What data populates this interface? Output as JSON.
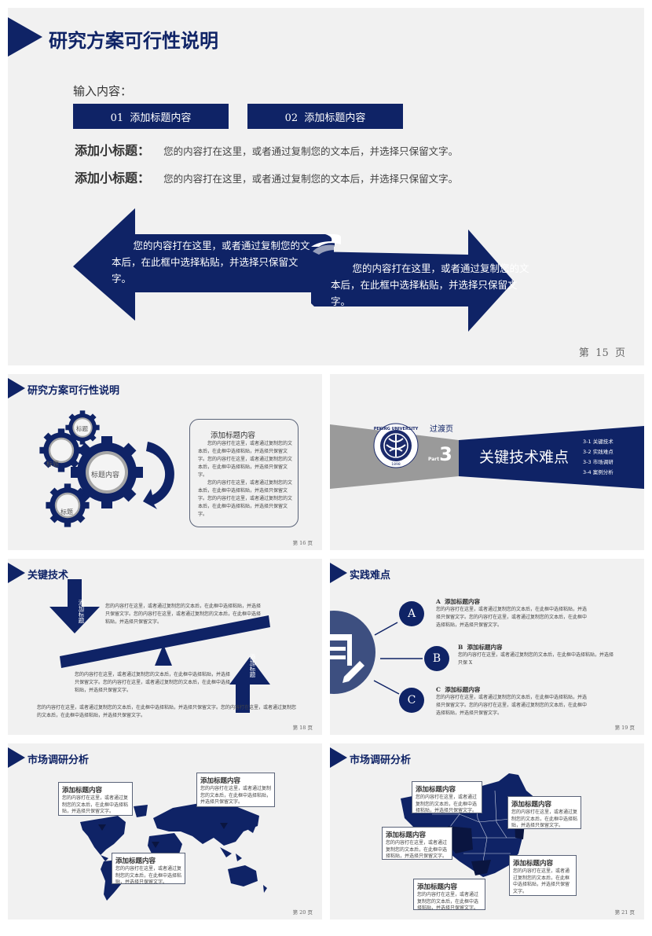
{
  "slide15": {
    "title": "研究方案可行性说明",
    "input_label": "输入内容：",
    "tabs": [
      {
        "label": "01  添加标题内容"
      },
      {
        "label": "02  添加标题内容"
      }
    ],
    "rows": [
      {
        "label": "添加小标题：",
        "text": "您的内容打在这里，或者通过复制您的文本后，并选择只保留文字。"
      },
      {
        "label": "添加小标题：",
        "text": "您的内容打在这里，或者通过复制您的文本后，并选择只保留文字。"
      }
    ],
    "arrow_left_text": "您的内容打在这里，或者通过复制您的文本后，在此框中选择粘贴，并选择只保留文字。",
    "arrow_right_text": "您的内容打在这里，或者通过复制您的文本后，在此框中选择粘贴，并选择只保留文字。",
    "page": "第  15  页"
  },
  "slide16": {
    "title": "研究方案可行性说明",
    "gears": {
      "main": "标题内容",
      "g1": "标题",
      "g2": "标题",
      "g3": "标题"
    },
    "box_title": "添加标题内容",
    "box_p1": "您的内容打在这里，或者通过复制您的文本后，在此框中选择粘贴，并选择只保留文字。您的内容打在这里，或者通过复制您的文本后，在此框中选择粘贴，并选择只保留文字。",
    "box_p2": "您的内容打在这里，或者通过复制您的文本后，在此框中选择粘贴，并选择只保留文字。您的内容打在这里，或者通过复制您的文本后，在此框中选择粘贴，并选择只保留文字。",
    "page": "第 16 页"
  },
  "slide17": {
    "subtitle": "过渡页",
    "part_label": "Part",
    "part_number": "3",
    "main_title": "关键技术难点",
    "toc": [
      {
        "num": "3-1",
        "label": "关键技术"
      },
      {
        "num": "3-2",
        "label": "实践难点"
      },
      {
        "num": "3-3",
        "label": "市场调研"
      },
      {
        "num": "3-4",
        "label": "案例分析"
      }
    ],
    "logo": {
      "top": "PEKING UNIVERSITY",
      "year": "1898"
    }
  },
  "slide18": {
    "title": "关键技术",
    "arrow_down_label": "添加标题",
    "arrow_up_label": "添加标题",
    "text_top": "您的内容打在这里，或者通过复制您的文本后，在此框中选择粘贴，并选择只保留文字。您的内容打在这里，或者通过复制您的文本后，在此框中选择粘贴，并选择只保留文字。",
    "text_mid": "您的内容打在这里，或者通过复制您的文本后，在此框中选择粘贴，并选择只保留文字。您的内容打在这里，或者通过复制您的文本后，在此框中选择粘贴，并选择只保留文字。",
    "text_bottom": "您的内容打在这里，或者通过复制您的文本后，在此框中选择粘贴，并选择只保留文字。您的内容打在这里，或者通过复制您的文本后，在此框中选择粘贴，并选择只保留文字。",
    "page": "第 18 页"
  },
  "slide19": {
    "title": "实践难点",
    "items": [
      {
        "letter": "A",
        "heading": "A  添加标题内容",
        "text": "您的内容打在这里，或者通过复制您的文本后，在此框中选择粘贴，并选择只保留文字。您的内容打在这里，或者通过复制您的文本后，在此框中选择粘贴，并选择只保留文字。"
      },
      {
        "letter": "B",
        "heading": "B  添加标题内容",
        "text": "您的内容打在这里，或者通过复制您的文本后，在此框中选择粘贴，并选择只保 X"
      },
      {
        "letter": "C",
        "heading": "C  添加标题内容",
        "text": "您的内容打在这里，或者通过复制您的文本后，在此框中选择粘贴，并选择只保留文字。您的内容打在这里，或者通过复制您的文本后，在此框中选择粘贴，并选择只保留文字。"
      }
    ],
    "page": "第 19 页"
  },
  "slide20": {
    "title": "市场调研分析",
    "boxes": [
      {
        "title": "添加标题内容",
        "text": "您的内容打在这里，或者通过复制您的文本后，在此框中选择粘贴，并选择只保留文字。"
      },
      {
        "title": "添加标题内容",
        "text": "您的内容打在这里，或者通过复制您的文本后，在此框中选择粘贴，并选择只保留文字。"
      },
      {
        "title": "添加标题内容",
        "text": "您的内容打在这里，或者通过复制您的文本后，在此框中选择粘贴，并选择只保留文字。"
      }
    ],
    "page": "第 20 页"
  },
  "slide21": {
    "title": "市场调研分析",
    "boxes": [
      {
        "title": "添加标题内容",
        "text": "您的内容打在这里，或者通过复制您的文本后，在此框中选择粘贴，并选择只保留文字。"
      },
      {
        "title": "添加标题内容",
        "text": "您的内容打在这里，或者通过复制您的文本后，在此框中选择粘贴，并选择只保留文字。"
      },
      {
        "title": "添加标题内容",
        "text": "您的内容打在这里，或者通过复制您的文本后，在此框中选择粘贴，并选择只保留文字。"
      },
      {
        "title": "添加标题内容",
        "text": "您的内容打在这里，或者通过复制您的文本后，在此框中选择粘贴，并选择只保留文字。"
      },
      {
        "title": "添加标题内容",
        "text": "您的内容打在这里，或者通过复制您的文本后，在此框中选择粘贴，并选择只保留文字。"
      }
    ],
    "page": "第 21 页"
  },
  "colors": {
    "navy": "#0f2366",
    "gray_band": "#9a9a9a",
    "slide_bg": "#f1f1f1",
    "icon_circle": "#3d4f80"
  }
}
